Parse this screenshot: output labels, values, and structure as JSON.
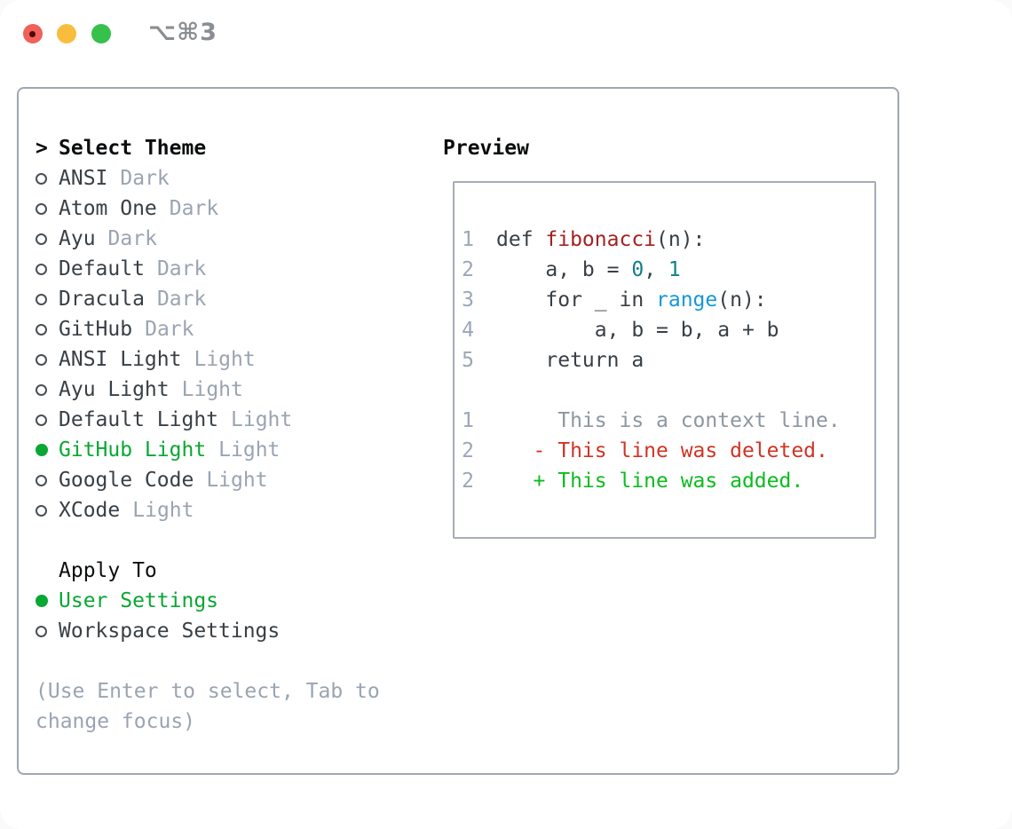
{
  "window": {
    "title": "⌥⌘3",
    "traffic_lights": {
      "red": "#f2605a",
      "red_dot": "#4e0a08",
      "yellow": "#f9bd3e",
      "green": "#35c14b",
      "title_color": "#8a8e92"
    }
  },
  "theme_picker": {
    "header_marker": ">",
    "header": "Select Theme",
    "themes": [
      {
        "name": "ANSI",
        "variant": "Dark",
        "selected": false
      },
      {
        "name": "Atom One",
        "variant": "Dark",
        "selected": false
      },
      {
        "name": "Ayu",
        "variant": "Dark",
        "selected": false
      },
      {
        "name": "Default",
        "variant": "Dark",
        "selected": false
      },
      {
        "name": "Dracula",
        "variant": "Dark",
        "selected": false
      },
      {
        "name": "GitHub",
        "variant": "Dark",
        "selected": false
      },
      {
        "name": "ANSI Light",
        "variant": "Light",
        "selected": false
      },
      {
        "name": "Ayu Light",
        "variant": "Light",
        "selected": false
      },
      {
        "name": "Default Light",
        "variant": "Light",
        "selected": false
      },
      {
        "name": "GitHub Light",
        "variant": "Light",
        "selected": true
      },
      {
        "name": "Google Code",
        "variant": "Light",
        "selected": false
      },
      {
        "name": "XCode",
        "variant": "Light",
        "selected": false
      }
    ],
    "apply_to": {
      "header": "Apply To",
      "options": [
        {
          "name": "User Settings",
          "selected": true
        },
        {
          "name": "Workspace Settings",
          "selected": false
        }
      ]
    },
    "help_lines": [
      "(Use Enter to select, Tab to",
      "change focus)"
    ]
  },
  "preview": {
    "header": "Preview",
    "code_lines": [
      {
        "num": "1",
        "tokens": [
          {
            "t": "def ",
            "c": "plain"
          },
          {
            "t": "fibonacci",
            "c": "func"
          },
          {
            "t": "(n):",
            "c": "plain"
          }
        ]
      },
      {
        "num": "2",
        "tokens": [
          {
            "t": "    a, b = ",
            "c": "plain"
          },
          {
            "t": "0",
            "c": "num"
          },
          {
            "t": ", ",
            "c": "plain"
          },
          {
            "t": "1",
            "c": "num"
          }
        ]
      },
      {
        "num": "3",
        "tokens": [
          {
            "t": "    for _ in ",
            "c": "plain"
          },
          {
            "t": "range",
            "c": "builtin"
          },
          {
            "t": "(n):",
            "c": "plain"
          }
        ]
      },
      {
        "num": "4",
        "tokens": [
          {
            "t": "        a, b = b, a + b",
            "c": "plain"
          }
        ]
      },
      {
        "num": "5",
        "tokens": [
          {
            "t": "    return a",
            "c": "plain"
          }
        ]
      }
    ],
    "diff_lines": [
      {
        "num": "1",
        "text": "     This is a context line.",
        "type": "context"
      },
      {
        "num": "2",
        "text": "   - This line was deleted.",
        "type": "deleted"
      },
      {
        "num": "2",
        "text": "   + This line was added.",
        "type": "added"
      }
    ]
  },
  "colors": {
    "panel_border": "#9fa7b1",
    "box_border": "#a6adb7",
    "text_dark": "#383f46",
    "text_black": "#0b0d0f",
    "text_gray": "#9aa4b2",
    "line_number": "#9ba7b7",
    "selected_green": "#09a733",
    "added_green": "#0cbc1f",
    "deleted_red": "#cf3425",
    "context_gray": "#8d96a1",
    "func_red": "#a42121",
    "number_teal": "#0f8187",
    "builtin_blue": "#1598d4"
  }
}
